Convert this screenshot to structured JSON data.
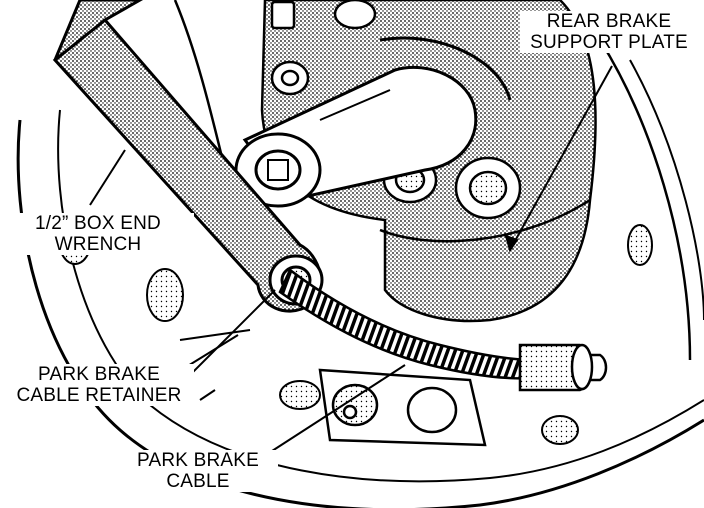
{
  "callouts": {
    "support_plate": {
      "line1": "REAR BRAKE",
      "line2": "SUPPORT PLATE"
    },
    "wrench": {
      "line1": "1/2” BOX END",
      "line2": "WRENCH"
    },
    "retainer": {
      "line1": "PARK BRAKE",
      "line2": "CABLE RETAINER"
    },
    "cable": {
      "line1": "PARK BRAKE",
      "line2": "CABLE"
    }
  },
  "colors": {
    "ink": "#000000",
    "paper": "#ffffff",
    "shade": "#9a9a9a"
  }
}
